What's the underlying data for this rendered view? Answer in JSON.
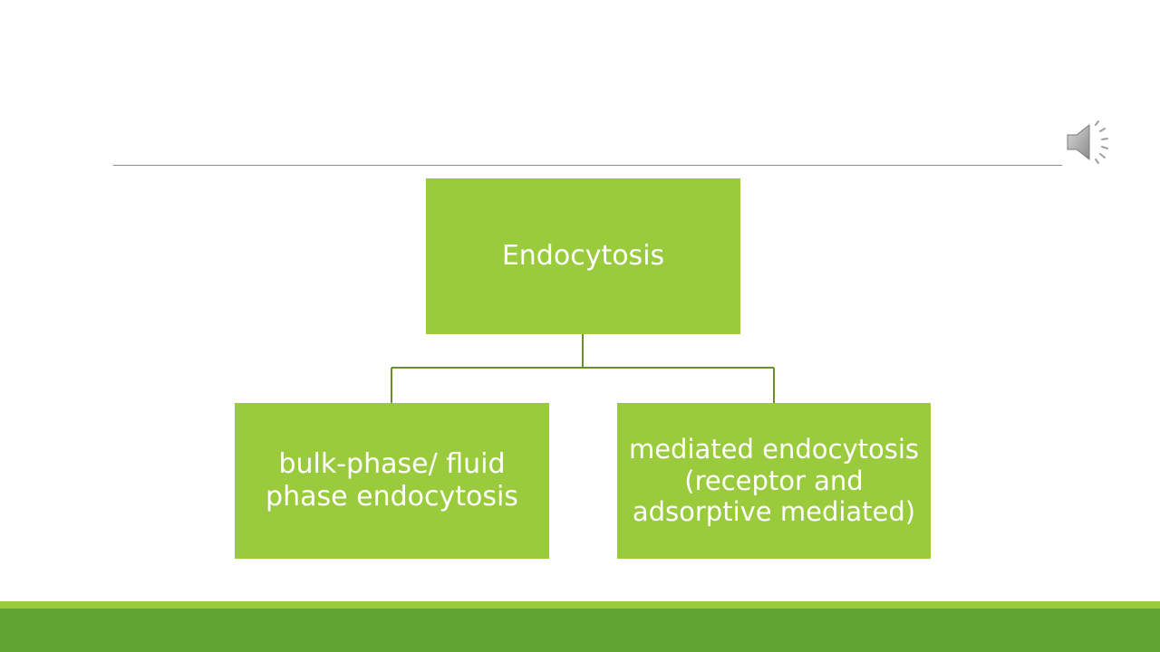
{
  "diagram": {
    "root": {
      "label": "Endocytosis"
    },
    "children": [
      {
        "label": "bulk-phase/ fluid\nphase endocytosis"
      },
      {
        "label": "mediated endocytosis\n(receptor and\nadsorptive mediated)"
      }
    ]
  },
  "icons": {
    "audio": "speaker-volume-icon"
  },
  "colors": {
    "node_fill": "#9acb3c",
    "node_text": "#ffffff",
    "connector": "#6c8f2e",
    "footer_light": "#9acb3c",
    "footer_dark": "#62a434",
    "title_rule": "#8c8c8c",
    "background": "#ffffff"
  }
}
